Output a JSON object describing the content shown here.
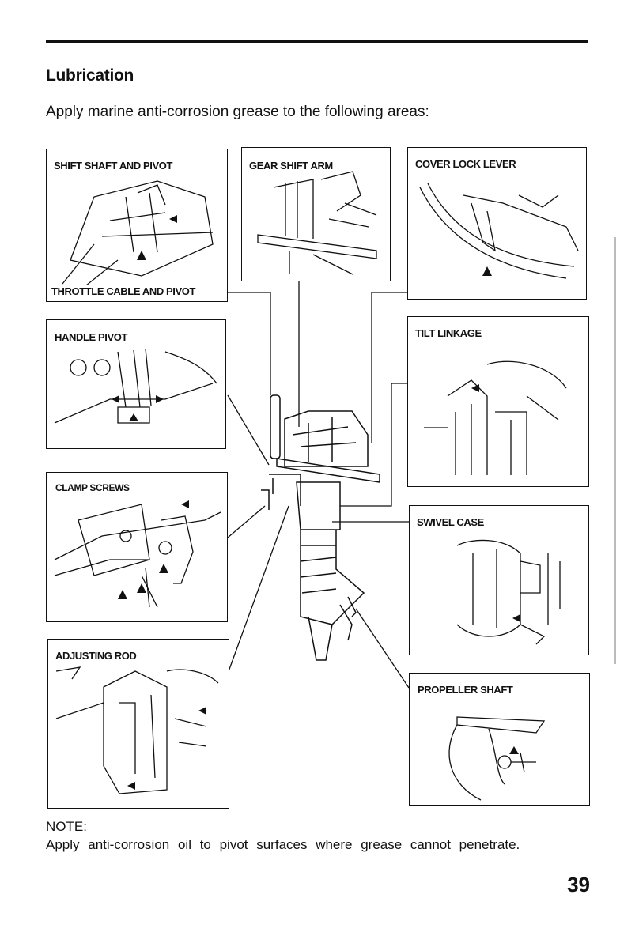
{
  "header": {
    "title": "Lubrication",
    "intro": "Apply marine anti-corrosion grease to the following areas:"
  },
  "callouts": {
    "shift_shaft": "SHIFT SHAFT AND PIVOT",
    "throttle_cable": "THROTTLE CABLE AND PIVOT",
    "gear_shift_arm": "GEAR SHIFT ARM",
    "cover_lock_lever": "COVER LOCK LEVER",
    "handle_pivot": "HANDLE PIVOT",
    "tilt_linkage": "TILT LINKAGE",
    "clamp_screws": "CLAMP SCREWS",
    "swivel_case": "SWIVEL CASE",
    "adjusting_rod": "ADJUSTING ROD",
    "propeller_shaft": "PROPELLER SHAFT"
  },
  "note": {
    "heading": "NOTE:",
    "text": "Apply anti-corrosion oil to pivot surfaces where grease cannot penetrate."
  },
  "page_number": "39"
}
